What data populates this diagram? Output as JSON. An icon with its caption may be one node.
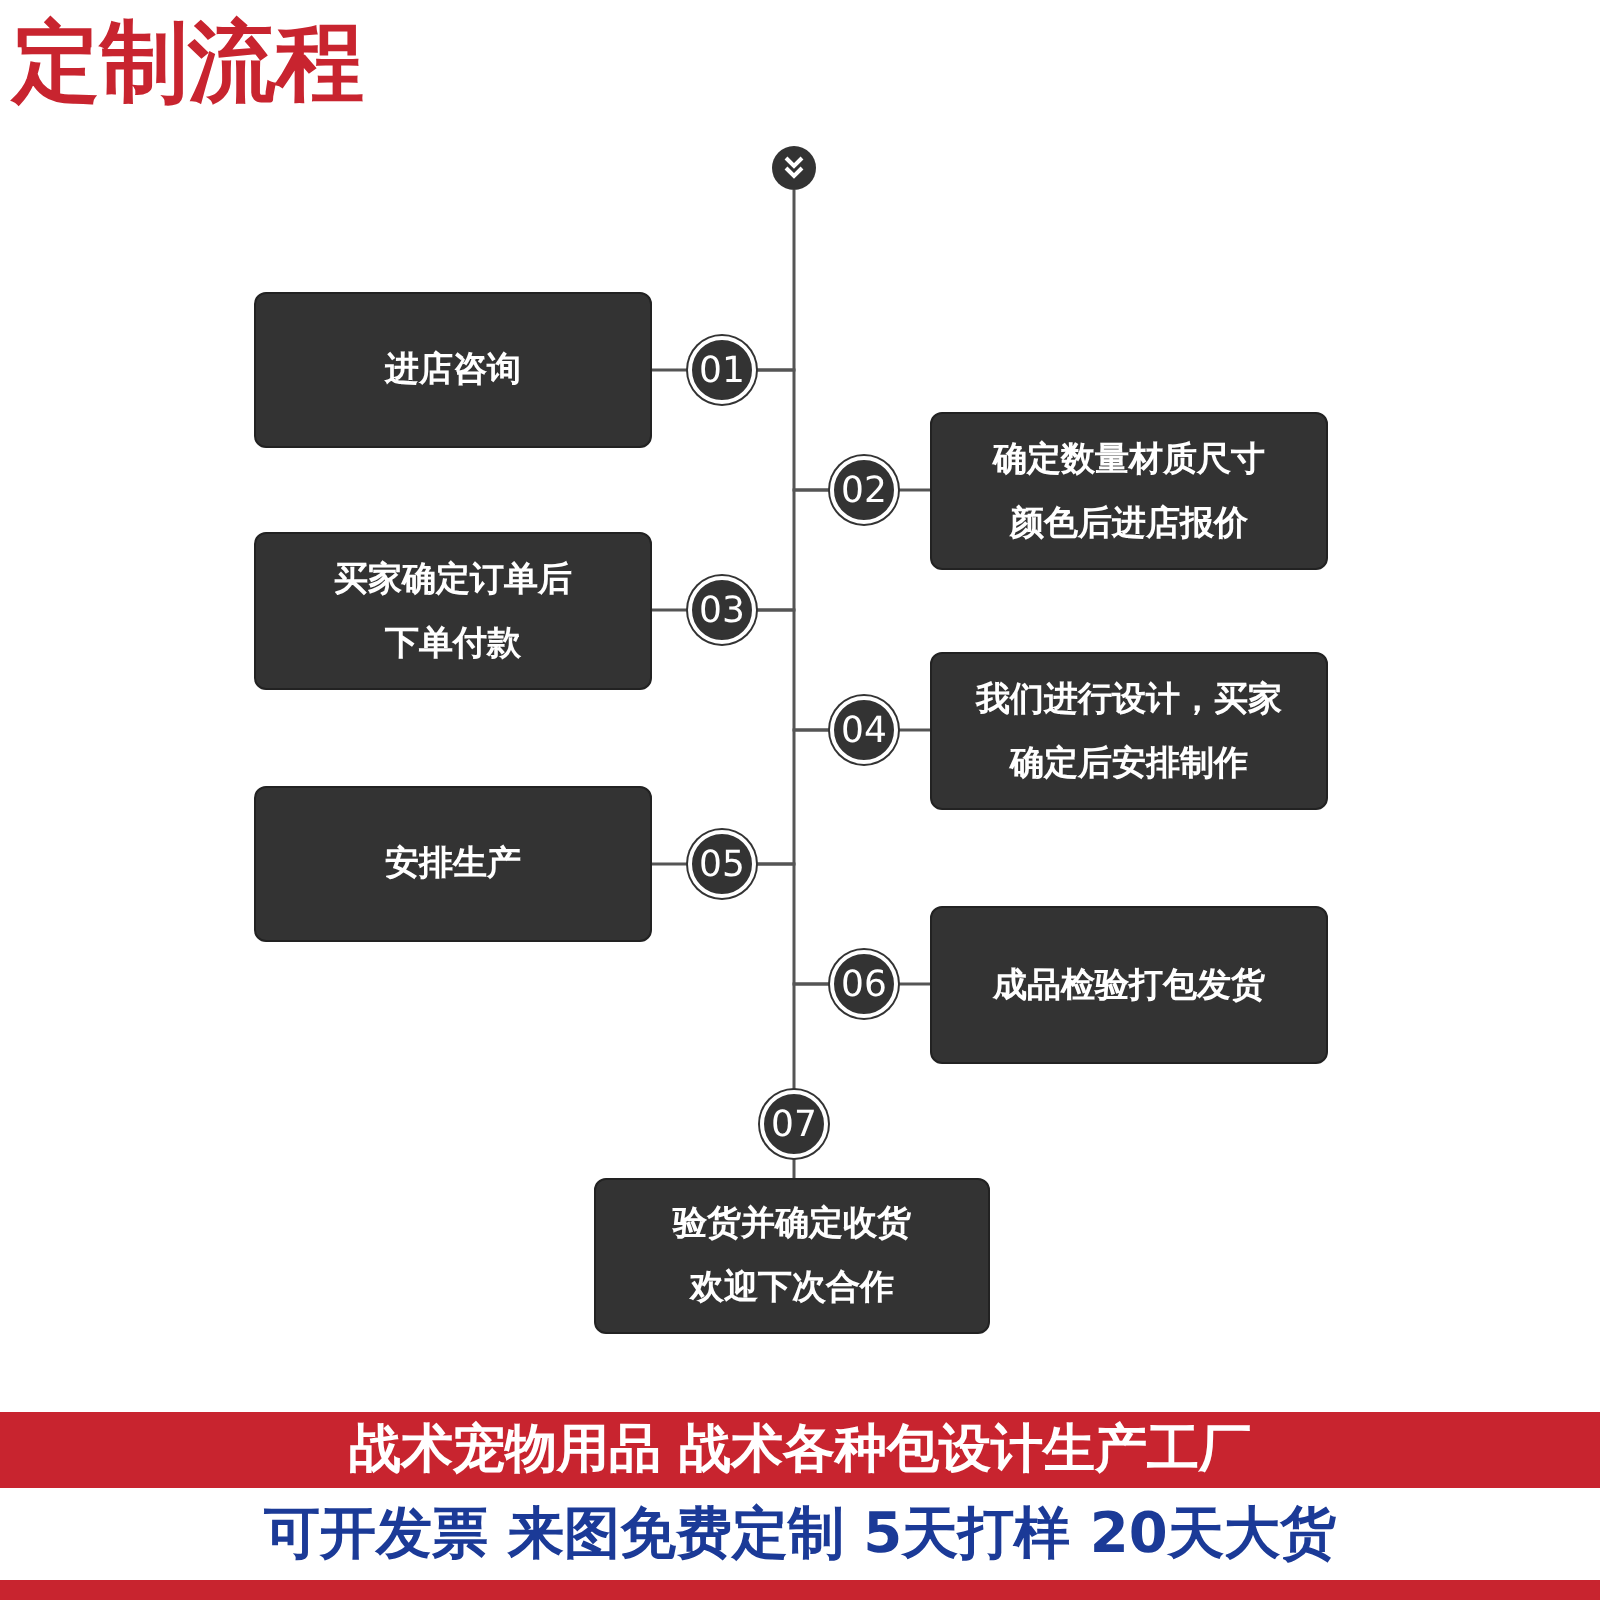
{
  "diagram": {
    "title": "定制流程",
    "nodes": [
      {
        "text": [],
        "shape": "circle"
      },
      {
        "text": [
          "01"
        ]
      },
      {
        "text": [
          "进店咨询"
        ]
      },
      {
        "text": [
          "02"
        ]
      },
      {
        "text": [
          "确定数量材质尺寸颜色后进店报价"
        ]
      },
      {
        "text": [
          "03"
        ]
      },
      {
        "text": [
          "买家确定订单后下单付款"
        ]
      },
      {
        "text": [
          "04"
        ]
      },
      {
        "text": [
          "我们进行设计，买家确定后安排制作"
        ]
      },
      {
        "text": [
          "05"
        ]
      },
      {
        "text": [
          "安排生产"
        ]
      },
      {
        "text": [
          "06"
        ]
      },
      {
        "text": [
          "成品检验打包发货"
        ]
      },
      {
        "text": [
          "07"
        ]
      },
      {
        "text": [
          "验货并确定收货欢迎下次合作"
        ]
      }
    ],
    "edges": [
      {
        "from": 0,
        "to": 1,
        "arrow": "none"
      },
      {
        "from": 1,
        "to": 2,
        "arrow": "none"
      },
      {
        "from": 1,
        "to": 3,
        "arrow": "none"
      },
      {
        "from": 3,
        "to": 4,
        "arrow": "none"
      },
      {
        "from": 3,
        "to": 5,
        "arrow": "none"
      },
      {
        "from": 5,
        "to": 6,
        "arrow": "none"
      },
      {
        "from": 5,
        "to": 7,
        "arrow": "none"
      },
      {
        "from": 7,
        "to": 8,
        "arrow": "none"
      },
      {
        "from": 7,
        "to": 9,
        "arrow": "none"
      },
      {
        "from": 9,
        "to": 10,
        "arrow": "none"
      },
      {
        "from": 9,
        "to": 11,
        "arrow": "none"
      },
      {
        "from": 11,
        "to": 12,
        "arrow": "none"
      },
      {
        "from": 11,
        "to": 13,
        "arrow": "none"
      },
      {
        "from": 13,
        "to": 14,
        "arrow": "none"
      }
    ],
    "labels": [
      "战术宠物用品 战术各种包设计生产工厂",
      "可开发票 来图免费定制 5天打样 20天大货"
    ]
  }
}
